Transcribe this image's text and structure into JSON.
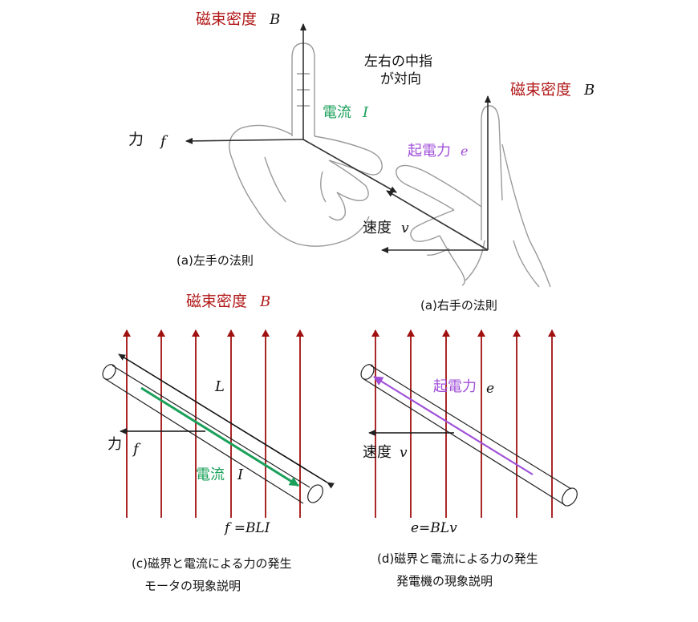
{
  "labels": {
    "b_top": "磁束密度",
    "b_top_sym": "B",
    "b_right": "磁束密度",
    "b_right_sym": "B",
    "current_top": "電流",
    "current_top_sym": "I",
    "force_top": "力",
    "force_top_sym": "f",
    "middle_note_1": "左右の中指",
    "middle_note_2": "が対向",
    "emf_top": "起電力",
    "emf_top_sym": "e",
    "velocity_top": "速度",
    "velocity_top_sym": "v",
    "caption_a_left": "(a)左手の法則",
    "caption_a_right": "(a)右手の法則",
    "b_bottom": "磁束密度",
    "b_bottom_sym": "B",
    "length_sym": "L",
    "force_bottom": "力",
    "force_bottom_sym": "f",
    "current_bottom": "電流",
    "current_bottom_sym": "I",
    "formula_c": "f =BLI",
    "emf_bottom": "起電力",
    "emf_bottom_sym": "e",
    "velocity_bottom": "速度",
    "velocity_bottom_sym": "v",
    "formula_d": "e=BLv",
    "caption_c_1": "(c)磁界と電流による力の発生",
    "caption_c_2": "モータの現象説明",
    "caption_d_1": "(d)磁界と電流による力の発生",
    "caption_d_2": "発電機の現象説明"
  },
  "colors": {
    "field": "#a01010",
    "current": "#1aa05a",
    "emf": "#a050d8",
    "force": "#111111",
    "hand_outline": "#9a9a9a"
  },
  "field_lines": {
    "left_count": 6,
    "right_count": 6
  }
}
